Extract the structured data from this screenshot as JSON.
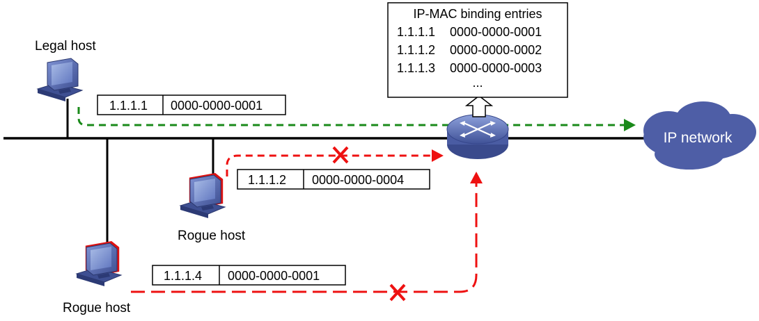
{
  "binding_table": {
    "title": "IP-MAC binding entries",
    "entries": [
      {
        "ip": "1.1.1.1",
        "mac": "0000-0000-0001"
      },
      {
        "ip": "1.1.1.2",
        "mac": "0000-0000-0002"
      },
      {
        "ip": "1.1.1.3",
        "mac": "0000-0000-0003"
      }
    ],
    "ellipsis": "..."
  },
  "cloud": {
    "label": "IP network"
  },
  "hosts": {
    "legal": {
      "label": "Legal host",
      "ip": "1.1.1.1",
      "mac": "0000-0000-0001"
    },
    "rogue1": {
      "label": "Rogue host",
      "ip": "1.1.1.2",
      "mac": "0000-0000-0004"
    },
    "rogue2": {
      "label": "Rogue host",
      "ip": "1.1.1.4",
      "mac": "0000-0000-0001"
    }
  },
  "colors": {
    "allowed_flow": "#1a8a1a",
    "blocked_flow": "#ee1111",
    "cloud": "#4e5ea6",
    "device": "#5d72b4",
    "rogue_outline": "#dd1111"
  }
}
